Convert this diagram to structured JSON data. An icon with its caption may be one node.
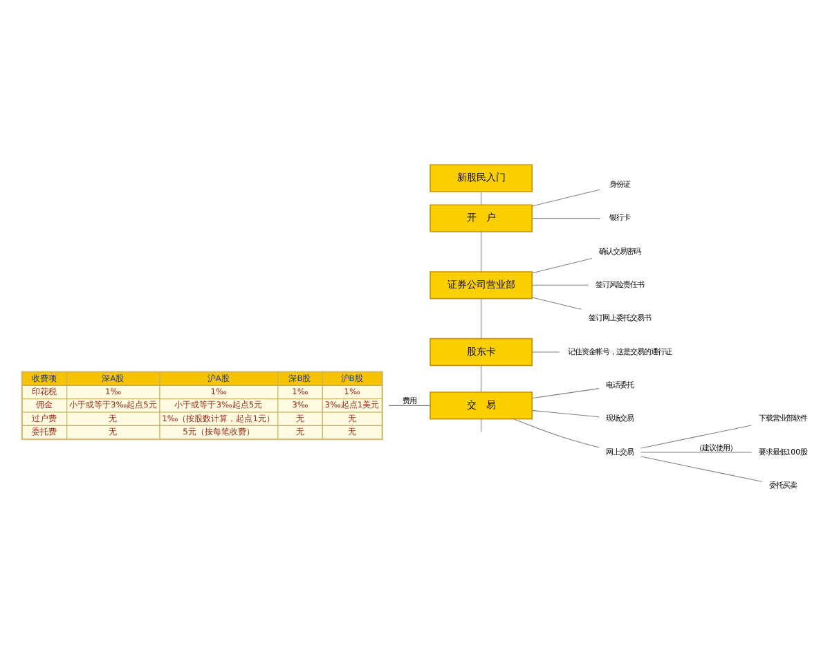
{
  "diagram": {
    "nodes": [
      {
        "text": [
          "新股民入门"
        ]
      },
      {
        "text": [
          "开　户"
        ]
      },
      {
        "text": [
          "身份证"
        ]
      },
      {
        "text": [
          "银行卡"
        ]
      },
      {
        "text": [
          "证券公司营业部"
        ]
      },
      {
        "text": [
          "确认交易密码"
        ]
      },
      {
        "text": [
          "签订风险责任书"
        ]
      },
      {
        "text": [
          "签订网上委托交易书"
        ]
      },
      {
        "text": [
          "股东卡"
        ]
      },
      {
        "text": [
          "记住资金帐号，这是交易的通行证"
        ]
      },
      {
        "text": [
          "收费项",
          "深A股",
          "沪A股",
          "深B股",
          "沪B股",
          "印花税",
          "1‰",
          "1‰",
          "1‰",
          "1‰",
          "佣金",
          "小于或等于3‰起点5元",
          "小于或等于3‰起点5元",
          "3‰",
          "3‰起点1美元",
          "过户费",
          "无",
          "1‰（按股数计算，起点1元）",
          "无",
          "无",
          "委托费",
          "无",
          "5元（按每笔收费）",
          "无",
          "无"
        ]
      },
      {
        "text": [
          "交　易"
        ]
      },
      {
        "text": [
          "电话委托"
        ]
      },
      {
        "text": [
          "现场交易"
        ]
      },
      {
        "text": [
          "网上交易"
        ]
      },
      {
        "text": [
          "下载营业部软件"
        ]
      },
      {
        "text": [
          "要求最低100股"
        ]
      },
      {
        "text": [
          "委托买卖"
        ]
      }
    ],
    "edges": [
      {
        "from": 0,
        "to": 1,
        "arrow": "none"
      },
      {
        "from": 1,
        "to": 4,
        "arrow": "none"
      },
      {
        "from": 4,
        "to": 8,
        "arrow": "none"
      },
      {
        "from": 8,
        "to": 11,
        "arrow": "none"
      },
      {
        "from": 1,
        "to": 2,
        "arrow": "none"
      },
      {
        "from": 1,
        "to": 3,
        "arrow": "none"
      },
      {
        "from": 4,
        "to": 5,
        "arrow": "none"
      },
      {
        "from": 4,
        "to": 6,
        "arrow": "none"
      },
      {
        "from": 4,
        "to": 7,
        "arrow": "none"
      },
      {
        "from": 8,
        "to": 9,
        "arrow": "none"
      },
      {
        "from": 10,
        "to": 11,
        "arrow": "none",
        "label": "费用"
      },
      {
        "from": 11,
        "to": 12,
        "arrow": "none"
      },
      {
        "from": 11,
        "to": 13,
        "arrow": "none"
      },
      {
        "from": 11,
        "to": 14,
        "arrow": "none"
      },
      {
        "from": 14,
        "to": 15,
        "arrow": "none"
      },
      {
        "from": 14,
        "to": 16,
        "arrow": "none",
        "label": "（建议使用）"
      },
      {
        "from": 14,
        "to": 17,
        "arrow": "none"
      },
      {
        "from": 11,
        "to": null,
        "arrow": "none"
      }
    ]
  }
}
